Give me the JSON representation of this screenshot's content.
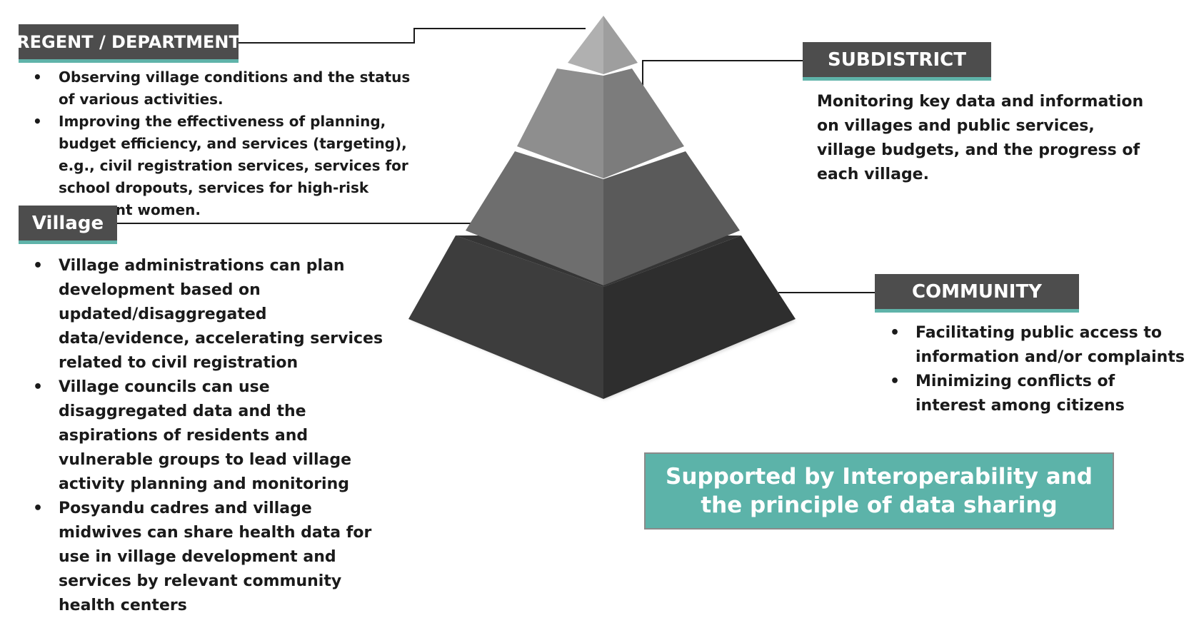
{
  "regent": {
    "label": "REGENT / DEPARTMENT",
    "items": [
      "Observing village conditions and the status of various activities.",
      "Improving the effectiveness of planning, budget efficiency, and services (targeting), e.g., civil registration services, services for school dropouts, services for high-risk pregnant women."
    ]
  },
  "village": {
    "label": "Village",
    "items": [
      "Village administrations can plan development based on updated/disaggregated data/evidence, accelerating  services related to civil registration",
      "Village councils can use disaggregated data and the aspirations of residents and vulnerable groups to lead village activity planning and monitoring",
      "Posyandu cadres and village midwives can share health data for use in village development and services by relevant community health centers"
    ]
  },
  "subdistrict": {
    "label": "SUBDISTRICT",
    "text": "Monitoring key data and information on villages and public services, village budgets, and the progress of each village."
  },
  "community": {
    "label": "COMMUNITY",
    "items": [
      "Facilitating public access to information and/or complaints",
      "Minimizing conflicts of interest among citizens"
    ]
  },
  "banner": {
    "text": "Supported by Interoperability and the principle of data sharing"
  },
  "colors": {
    "label_bg": "#4d4d4d",
    "accent": "#5fb3a9",
    "banner_bg": "#5cb3a9"
  }
}
